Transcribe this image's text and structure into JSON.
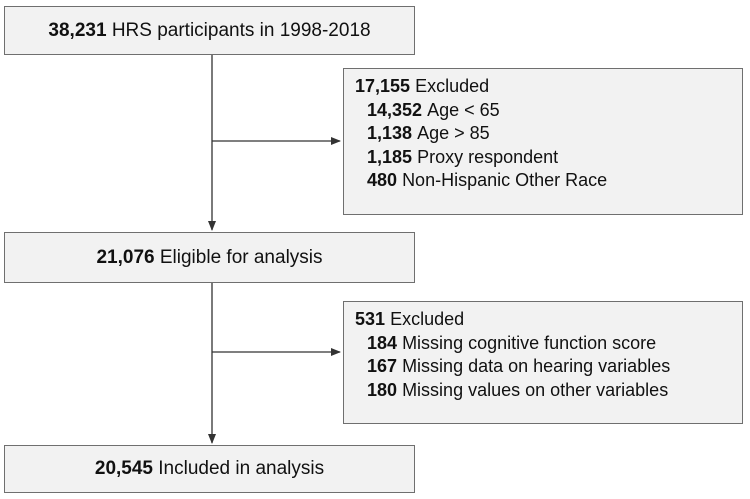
{
  "boxes": {
    "start": {
      "num": "38,231",
      "text": "HRS participants in 1998-2018"
    },
    "excl1": {
      "num": "17,155",
      "text": "Excluded",
      "items": [
        {
          "num": "14,352",
          "text": "Age < 65"
        },
        {
          "num": "1,138",
          "text": "Age > 85"
        },
        {
          "num": "1,185",
          "text": "Proxy respondent"
        },
        {
          "num": "480",
          "text": "Non-Hispanic Other Race"
        }
      ]
    },
    "eligible": {
      "num": "21,076",
      "text": "Eligible for analysis"
    },
    "excl2": {
      "num": "531",
      "text": "Excluded",
      "items": [
        {
          "num": "184",
          "text": "Missing cognitive function score"
        },
        {
          "num": "167",
          "text": "Missing data on hearing variables"
        },
        {
          "num": "180",
          "text": "Missing values on other variables"
        }
      ]
    },
    "final": {
      "num": "20,545",
      "text": "Included in analysis"
    }
  }
}
